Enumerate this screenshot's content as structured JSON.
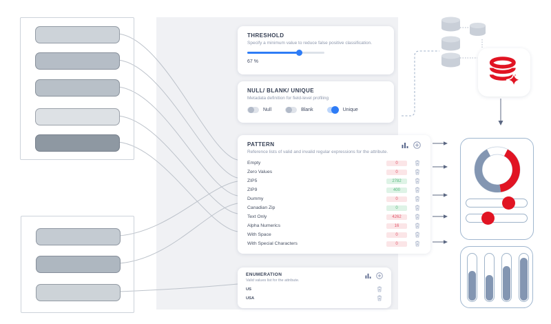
{
  "threshold": {
    "title": "THRESHOLD",
    "description": "Specify a minimum value to reduce false positive classification.",
    "value_label": "67 %",
    "percent": 67
  },
  "profiling": {
    "title": "NULL/ BLANK/ UNIQUE",
    "description": "Metadata definition for field-level profiling",
    "toggles": [
      {
        "label": "Null",
        "on": false
      },
      {
        "label": "Blank",
        "on": false
      },
      {
        "label": "Unique",
        "on": true
      }
    ]
  },
  "pattern": {
    "title": "PATTERN",
    "description": "Reference lists of valid and invalid regular expressions for the attribute.",
    "icons": [
      "bar-chart-icon",
      "add-circle-icon"
    ],
    "rows": [
      {
        "label": "Empty",
        "count": "0",
        "status": "red"
      },
      {
        "label": "Zero Values",
        "count": "0",
        "status": "red"
      },
      {
        "label": "ZIP5",
        "count": "2782",
        "status": "green"
      },
      {
        "label": "ZIP9",
        "count": "400",
        "status": "green"
      },
      {
        "label": "Dummy",
        "count": "0",
        "status": "red"
      },
      {
        "label": "Canadian Zip",
        "count": "0",
        "status": "green"
      },
      {
        "label": "Text Only",
        "count": "4262",
        "status": "red"
      },
      {
        "label": "Alpha Numerics",
        "count": "16",
        "status": "red"
      },
      {
        "label": "With Space",
        "count": "0",
        "status": "red"
      },
      {
        "label": "With Special Characters",
        "count": "0",
        "status": "red"
      }
    ]
  },
  "enumeration": {
    "title": "ENUMERATION",
    "description": "Valid values list for the attribute.",
    "icons": [
      "bar-chart-icon",
      "add-circle-icon"
    ],
    "rows": [
      {
        "label": "US"
      },
      {
        "label": "USA"
      }
    ]
  },
  "source_fields": {
    "top_group": [
      "#cdd3d9",
      "#b5bdc6",
      "#b8c0c8",
      "#dde1e5",
      "#8e98a2"
    ],
    "bottom_group": [
      "#c4cbd2",
      "#aeb7c0",
      "#cdd3d8"
    ]
  },
  "visuals": {
    "donut_segments": [
      {
        "name": "red",
        "percent": 40,
        "color": "#e11423"
      },
      {
        "name": "gray",
        "percent": 45,
        "color": "#8396b2"
      },
      {
        "name": "empty",
        "percent": 15,
        "color": "#ffffff"
      }
    ],
    "slider_knob_percents": [
      69,
      36
    ],
    "bar_gauge_fill_percents": [
      62,
      53,
      72,
      90
    ]
  },
  "colors": {
    "accent_blue": "#2e7cf6",
    "accent_red": "#e11423",
    "chart_gray_blue": "#8396b2",
    "badge_red_bg": "#fbe5e7",
    "badge_red_text": "#e2566a",
    "badge_green_bg": "#def3e6",
    "badge_green_text": "#57b97e",
    "panel_bg": "#f0f1f4",
    "connector_gray": "#bcc2ca"
  }
}
